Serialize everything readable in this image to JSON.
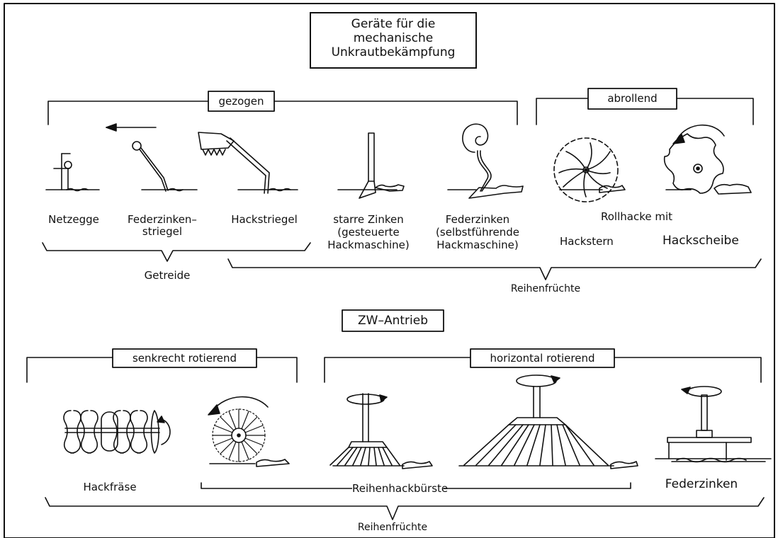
{
  "title": {
    "line1": "Geräte für die",
    "line2": "mechanische",
    "line3": "Unkrautbekämpfung"
  },
  "groups": {
    "gezogen": "gezogen",
    "abrollend": "abrollend",
    "zw_antrieb": "ZW–Antrieb",
    "senkrecht": "senkrecht rotierend",
    "horizontal": "horizontal rotierend"
  },
  "tools_top": {
    "netzegge": "Netzegge",
    "federzinkenstriegel_1": "Federzinken–",
    "federzinkenstriegel_2": "striegel",
    "hackstriegel": "Hackstriegel",
    "starre_1": "starre Zinken",
    "starre_2": "(gesteuerte",
    "starre_3": "Hackmaschine)",
    "federzinken_1": "Federzinken",
    "federzinken_2": "(selbstführende",
    "federzinken_3": "Hackmaschine)",
    "rollhacke": "Rollhacke mit",
    "hackstern": "Hackstern",
    "hackscheibe": "Hackscheibe"
  },
  "crops_top": {
    "getreide": "Getreide",
    "reihenfruechte": "Reihenfrüchte"
  },
  "tools_bottom": {
    "hackfraese": "Hackfräse",
    "reihenhackbuerste": "Reihenhackbürste",
    "federzinken": "Federzinken"
  },
  "crops_bottom": {
    "reihenfruechte": "Reihenfrüchte"
  }
}
